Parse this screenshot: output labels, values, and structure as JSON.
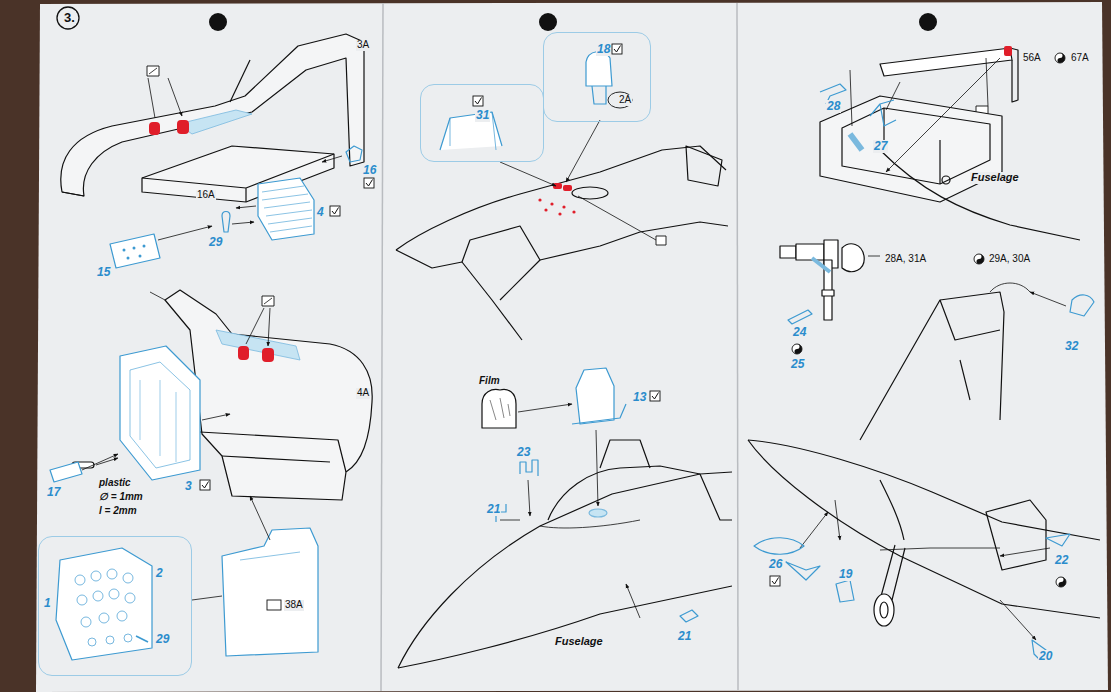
{
  "diagram": {
    "nodes": [
      {
        "text": [
          "31"
        ]
      },
      {
        "text": [
          "18"
        ]
      },
      {
        "text": [
          "1",
          "2",
          "29"
        ]
      }
    ],
    "labels": [
      "3.",
      "3A",
      "16A",
      "16",
      "4",
      "29",
      "15",
      "4A",
      "17",
      "plastic",
      "∅ = 1mm",
      "l = 2mm",
      "3",
      "38A",
      "2A",
      "Film",
      "13",
      "23",
      "21",
      "21",
      "Fuselage",
      "56A",
      "67A",
      "28",
      "27",
      "Fuselage",
      "28A, 31A",
      "29A, 30A",
      "24",
      "25",
      "32",
      "26",
      "19",
      "22",
      "20"
    ]
  }
}
